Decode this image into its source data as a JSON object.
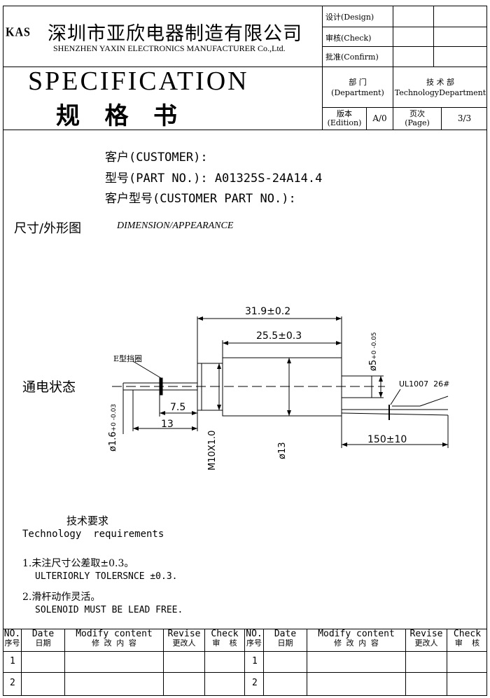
{
  "header": {
    "logo": "KAS",
    "company_cn": "深圳市亚欣电器制造有限公司",
    "company_en": "SHENZHEN YAXIN ELECTRONICS MANUFACTURER Co.,Ltd.",
    "design_label": "设计(Design)",
    "check_label": "审核(Check)",
    "confirm_label": "批准(Confirm)",
    "spec_en": "SPECIFICATION",
    "spec_cn": "规   格   书",
    "dept_label_cn": "部  门",
    "dept_label_en": "(Department)",
    "dept_value_cn": "技 术 部",
    "dept_value_en": "TechnologyDepartment",
    "edition_label_cn": "版本",
    "edition_label_en": "(Edition)",
    "edition_value": "A/0",
    "page_label_cn": "页次",
    "page_label_en": "(Page)",
    "page_value": "3/3"
  },
  "customer": {
    "customer_line": "客户(CUSTOMER):",
    "part_no_line": "型号(PART NO.): A01325S-24A14.4",
    "customer_part_line": "客户型号(CUSTOMER PART NO.):"
  },
  "dimension": {
    "title_cn": "尺寸/外形图",
    "title_en": "DIMENSION/APPEARANCE"
  },
  "drawing": {
    "state_label": "通电状态",
    "e_clip_label": "E型挡圈",
    "dim_total": "31.9±0.2",
    "dim_body": "25.5±0.3",
    "dim_shaft_dia": "ø5",
    "dim_shaft_tol": "+0 -0.05",
    "dim_plunger_dia": "ø1.6",
    "dim_plunger_tol": "+0 -0.03",
    "dim_75": "7.5",
    "dim_13": "13",
    "dim_thread": "M10X1.0",
    "dim_body_dia": "ø13",
    "dim_wire": "150±10",
    "wire_label": "UL1007  26#"
  },
  "requirements": {
    "title_cn": "技术要求",
    "title_en": "Technology  requirements",
    "item1_cn": "1.未注尺寸公差取±0.3。",
    "item1_en": "ULTERIORLY TOLERSNCE ±0.3.",
    "item2_cn": "2.滑杆动作灵活。",
    "item2_en": "SOLENOID MUST BE LEAD FREE."
  },
  "revision_table": {
    "headers": [
      {
        "en": "NO.",
        "cn": "序号"
      },
      {
        "en": "Date",
        "cn": "日期"
      },
      {
        "en": "Modify content",
        "cn": "修 改 内 容"
      },
      {
        "en": "Revise",
        "cn": "更改人"
      },
      {
        "en": "Check",
        "cn": "审  核"
      },
      {
        "en": "NO.",
        "cn": "序号"
      },
      {
        "en": "Date",
        "cn": "日期"
      },
      {
        "en": "Modify content",
        "cn": "修 改 内 容"
      },
      {
        "en": "Revise",
        "cn": "更改人"
      },
      {
        "en": "Check",
        "cn": "审  核"
      }
    ],
    "row1_no": "1",
    "row2_no": "2",
    "row1_no_b": "1",
    "row2_no_b": "2"
  }
}
